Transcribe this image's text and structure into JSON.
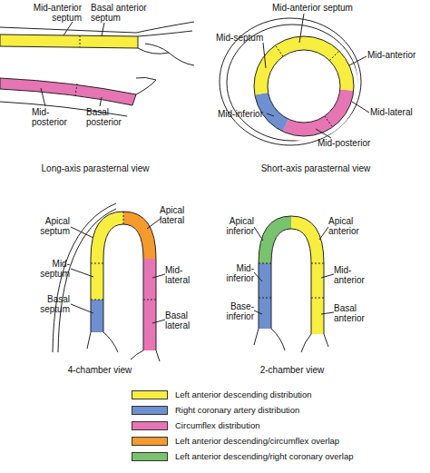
{
  "diagram": {
    "labels": [
      "Mid-anterior septum",
      "Basal anterior septum",
      "Mid-posterior",
      "Basal posterior",
      "Long-axis parasternal view",
      "Mid-anterior septum",
      "Mid-septum",
      "Mid-anterior",
      "Mid-lateral",
      "Mid-inferior",
      "Mid-posterior",
      "Short-axis parasternal view",
      "Apical septum",
      "Apical lateral",
      "Mid-septum",
      "Mid-lateral",
      "Basal septum",
      "Basal lateral",
      "4-chamber view",
      "Apical inferior",
      "Apical anterior",
      "Mid-inferior",
      "Mid-anterior",
      "Base-inferior",
      "Basal anterior",
      "2-chamber view"
    ],
    "legend": [
      {
        "text": "Left anterior descending distribution",
        "color": "#f7ee3f"
      },
      {
        "text": "Right coronary artery distribution",
        "color": "#6e8fd0"
      },
      {
        "text": "Circumflex distribution",
        "color": "#e675b4"
      },
      {
        "text": "Left anterior descending/circumflex overlap",
        "color": "#f59a2c"
      },
      {
        "text": "Left anterior descending/right coronary overlap",
        "color": "#79c26e"
      }
    ]
  }
}
